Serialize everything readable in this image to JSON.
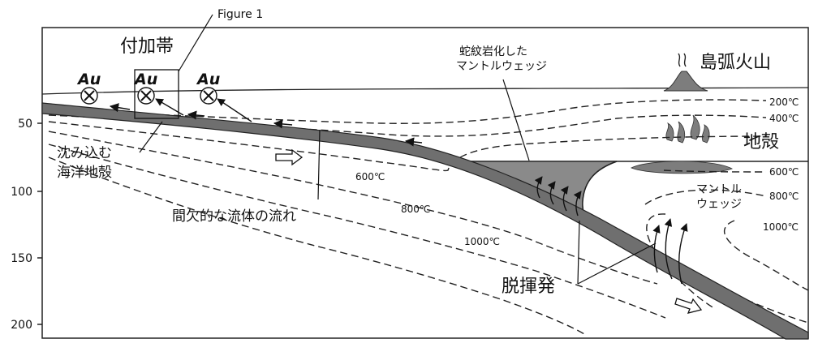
{
  "figure_ref": "Figure 1",
  "depth_axis": {
    "ticks": [
      "50",
      "100",
      "150",
      "200"
    ]
  },
  "labels": {
    "accretionary_wedge": "付加帯",
    "gold_symbol": "Au",
    "subducting_crust_line1": "沈み込む",
    "subducting_crust_line2": "海洋地殻",
    "intermittent_flow": "間欠的な流体の流れ",
    "serpentinized_line1": "蛇紋岩化した",
    "serpentinized_line2": "マントルウェッジ",
    "island_arc_volcano": "島弧火山",
    "crust": "地殻",
    "mantle_wedge_line1": "マントル",
    "mantle_wedge_line2": "ウェッジ",
    "dehydration": "脱揮発"
  },
  "isotherms": {
    "t200": "200℃",
    "t400": "400℃",
    "t600_right": "600℃",
    "t800_right": "800℃",
    "t1000_right": "1000℃",
    "t600_slab": "600℃",
    "t800_slab": "800℃",
    "t1000_slab": "1000℃"
  },
  "colors": {
    "slab": "#6f6f6f",
    "mantle_wedge_fill": "#8a8a8a",
    "volcano": "#7d7d7d"
  }
}
